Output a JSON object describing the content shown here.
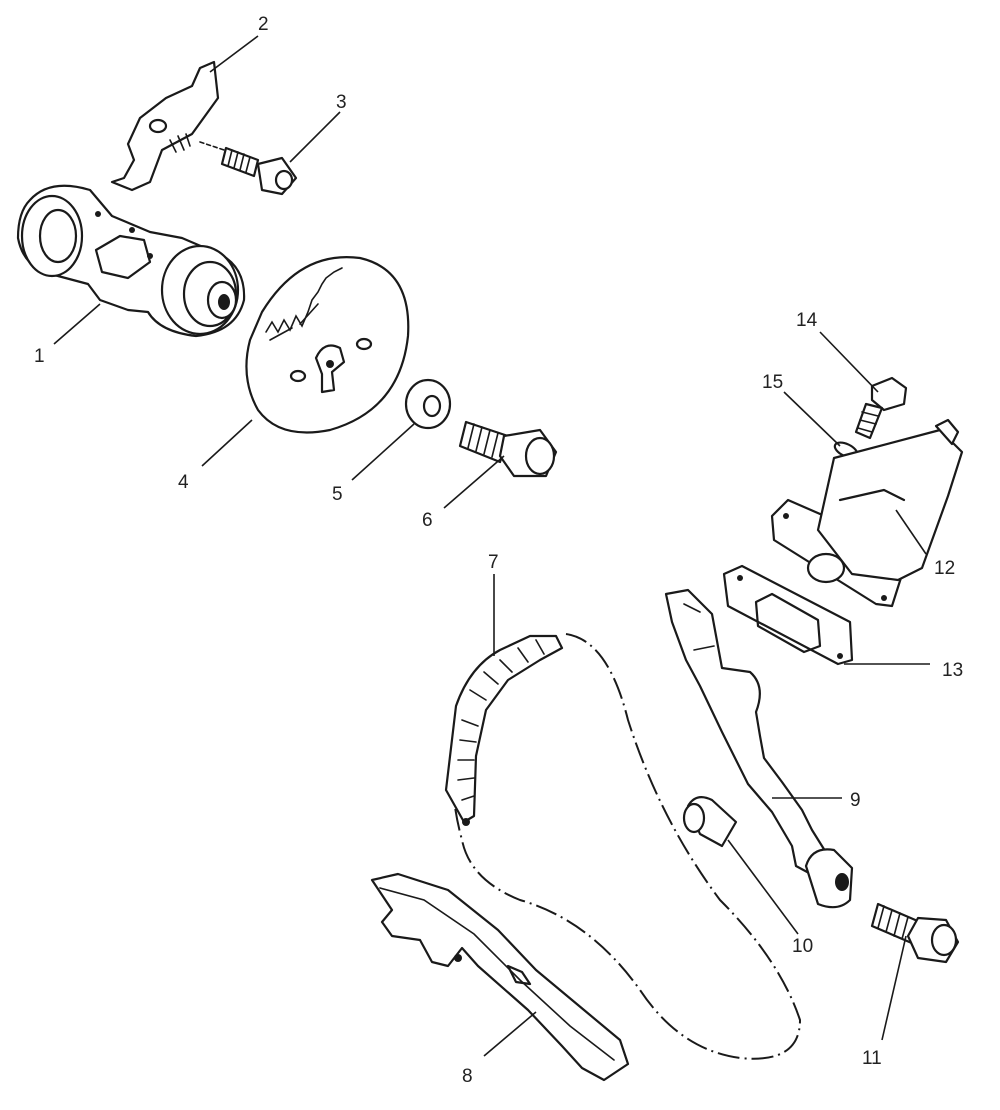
{
  "callouts": [
    {
      "id": "1",
      "text": "1"
    },
    {
      "id": "2",
      "text": "2"
    },
    {
      "id": "3",
      "text": "3"
    },
    {
      "id": "4",
      "text": "4"
    },
    {
      "id": "5",
      "text": "5"
    },
    {
      "id": "6",
      "text": "6"
    },
    {
      "id": "7",
      "text": "7"
    },
    {
      "id": "8",
      "text": "8"
    },
    {
      "id": "9",
      "text": "9"
    },
    {
      "id": "10",
      "text": "10"
    },
    {
      "id": "11",
      "text": "11"
    },
    {
      "id": "12",
      "text": "12"
    },
    {
      "id": "13",
      "text": "13"
    },
    {
      "id": "14",
      "text": "14"
    },
    {
      "id": "15",
      "text": "15"
    }
  ],
  "colors": {
    "ink": "#1a1a1a",
    "background": "#ffffff"
  }
}
